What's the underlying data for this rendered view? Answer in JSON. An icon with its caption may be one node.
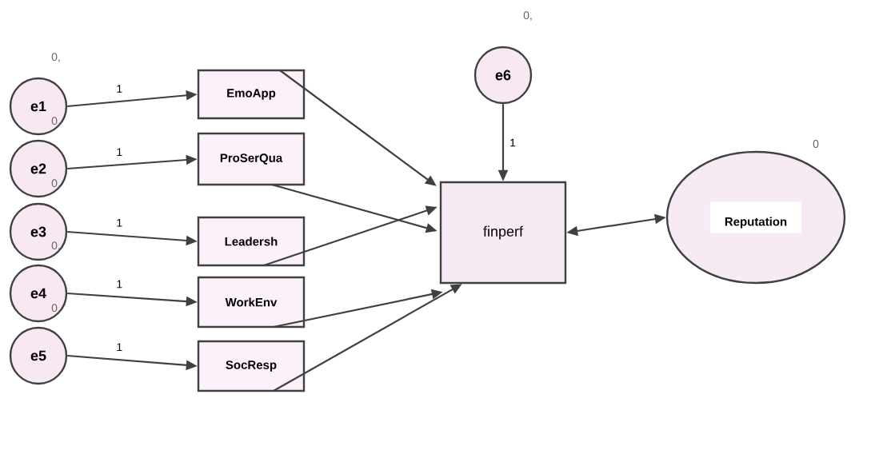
{
  "diagram": {
    "nodes": [
      {
        "text": [
          "e1"
        ],
        "beside": [
          "0,"
        ]
      },
      {
        "text": [
          "e2"
        ]
      },
      {
        "text": [
          "e3"
        ]
      },
      {
        "text": [
          "e4"
        ]
      },
      {
        "text": [
          "e5"
        ]
      },
      {
        "text": [
          "EmoApp"
        ]
      },
      {
        "text": [
          "ProSerQua"
        ]
      },
      {
        "text": [
          "Leadersh"
        ]
      },
      {
        "text": [
          "WorkEnv"
        ]
      },
      {
        "text": [
          "SocResp"
        ]
      },
      {
        "text": [
          "e6"
        ],
        "beside": [
          "0,"
        ]
      },
      {
        "text": [
          "finperf"
        ]
      },
      {
        "text": [
          "Reputation"
        ],
        "beside": [
          "0"
        ]
      }
    ],
    "edges": [
      {
        "from": 0,
        "to": 5,
        "arrow": "to",
        "label": "1"
      },
      {
        "from": 1,
        "to": 6,
        "arrow": "to",
        "label": "1"
      },
      {
        "from": 2,
        "to": 7,
        "arrow": "to",
        "label": "1"
      },
      {
        "from": 3,
        "to": 8,
        "arrow": "to",
        "label": "1"
      },
      {
        "from": 4,
        "to": 9,
        "arrow": "to",
        "label": "1"
      },
      {
        "from": 5,
        "to": 11,
        "arrow": "to"
      },
      {
        "from": 6,
        "to": 11,
        "arrow": "to"
      },
      {
        "from": 7,
        "to": 11,
        "arrow": "to"
      },
      {
        "from": 8,
        "to": 11,
        "arrow": "to"
      },
      {
        "from": 9,
        "to": 11,
        "arrow": "to"
      },
      {
        "from": 10,
        "to": 11,
        "arrow": "to",
        "label": "1"
      },
      {
        "from": 11,
        "to": 12,
        "arrow": "both"
      }
    ],
    "labels": [
      "0,",
      "0,",
      "0,",
      "0,"
    ]
  }
}
